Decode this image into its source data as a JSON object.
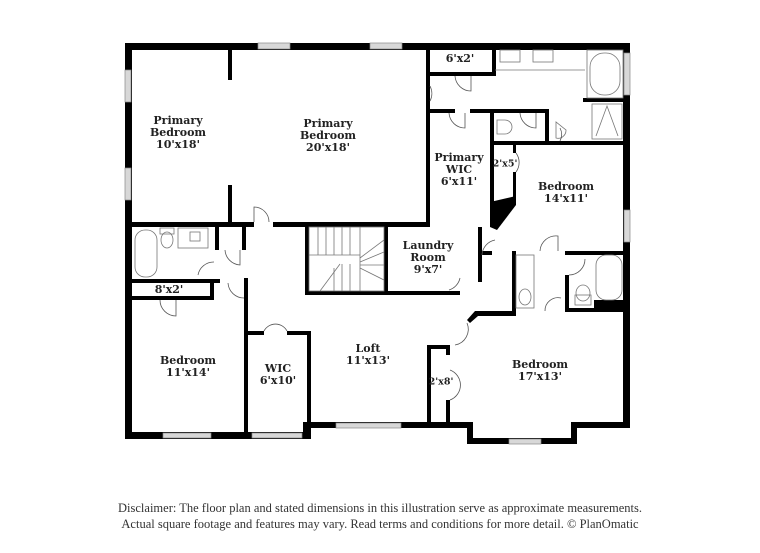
{
  "floor_plan": {
    "rooms": [
      {
        "id": "primary-bedroom-west",
        "name": "Primary Bedroom",
        "lines": [
          "Primary",
          "Bedroom"
        ],
        "size": "10'x18'"
      },
      {
        "id": "primary-bedroom-main",
        "name": "Primary Bedroom",
        "lines": [
          "Primary",
          "Bedroom"
        ],
        "size": "20'x18'"
      },
      {
        "id": "closet-6x2",
        "name": "",
        "lines": [],
        "size": "6'x2'"
      },
      {
        "id": "primary-wic",
        "name": "Primary WIC",
        "lines": [
          "Primary",
          "WIC"
        ],
        "size": "6'x11'"
      },
      {
        "id": "closet-2x5",
        "name": "",
        "lines": [],
        "size": "2'x5'"
      },
      {
        "id": "bedroom-ne",
        "name": "Bedroom",
        "lines": [
          "Bedroom"
        ],
        "size": "14'x11'"
      },
      {
        "id": "laundry-room",
        "name": "Laundry Room",
        "lines": [
          "Laundry",
          "Room"
        ],
        "size": "9'x7'"
      },
      {
        "id": "closet-8x2",
        "name": "",
        "lines": [],
        "size": "8'x2'"
      },
      {
        "id": "bedroom-sw",
        "name": "Bedroom",
        "lines": [
          "Bedroom"
        ],
        "size": "11'x14'"
      },
      {
        "id": "wic",
        "name": "WIC",
        "lines": [
          "WIC"
        ],
        "size": "6'x10'"
      },
      {
        "id": "loft",
        "name": "Loft",
        "lines": [
          "Loft"
        ],
        "size": "11'x13'"
      },
      {
        "id": "closet-2x8",
        "name": "",
        "lines": [],
        "size": "2'x8'"
      },
      {
        "id": "bedroom-se",
        "name": "Bedroom",
        "lines": [
          "Bedroom"
        ],
        "size": "17'x13'"
      }
    ],
    "colors": {
      "wall": "#000000",
      "fixture": "#888888",
      "window": "#d8d8d8",
      "background": "#ffffff"
    }
  },
  "disclaimer": {
    "line1": "Disclaimer: The floor plan and stated dimensions in this illustration serve as approximate measurements.",
    "line2": "Actual square footage and features may vary. Read terms and conditions for more detail. © PlanOmatic"
  }
}
